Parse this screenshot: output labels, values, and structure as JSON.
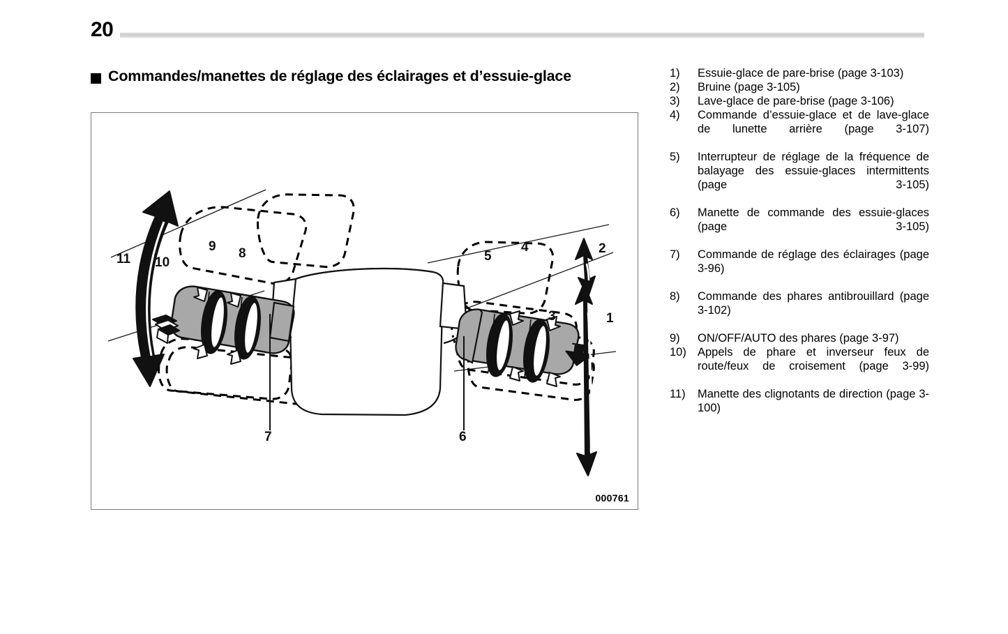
{
  "header": {
    "page_number": "20"
  },
  "section": {
    "bullet": "black-square-bullet",
    "title": "Commandes/manettes de réglage des éclairages et d’essuie-glace"
  },
  "figure": {
    "code": "000761",
    "callout_labels": [
      "1",
      "2",
      "3",
      "4",
      "5",
      "6",
      "7",
      "8",
      "9",
      "10",
      "11"
    ],
    "labels": {
      "l1": "1",
      "l2": "2",
      "l3": "3",
      "l4": "4",
      "l5": "5",
      "l6": "6",
      "l7": "7",
      "l8": "8",
      "l9": "9",
      "l10": "10",
      "l11": "11"
    }
  },
  "legend": {
    "items": [
      {
        "num": "1)",
        "text": "Essuie-glace de pare-brise (page 3-103)",
        "justify": false
      },
      {
        "num": "2)",
        "text": "Bruine (page 3-105)",
        "justify": false
      },
      {
        "num": "3)",
        "text": "Lave-glace de pare-brise (page 3-106)",
        "justify": false
      },
      {
        "num": "4)",
        "text": "Commande d’essuie-glace et de lave-glace de lunette arrière (page 3-107)",
        "justify": true
      },
      {
        "num": "5)",
        "text": "Interrupteur de réglage de la fréquence de balayage des essuie-glaces intermittents (page 3-105)",
        "justify": true
      },
      {
        "num": "6)",
        "text": "Manette de commande des essuie-glaces (page 3-105)",
        "justify": true
      },
      {
        "num": "7)",
        "text": "Commande de réglage des éclairages (page 3-96)",
        "justify": true
      },
      {
        "num": "8)",
        "text": "Commande des phares antibrouillard (page 3-102)",
        "justify": true
      },
      {
        "num": "9)",
        "text": "ON/OFF/AUTO des phares (page 3-97)",
        "justify": false
      },
      {
        "num": "10)",
        "text": "Appels de phare et inverseur feux de route/feux de croisement (page 3-99)",
        "justify": true
      },
      {
        "num": "11)",
        "text": "Manette des clignotants de direction (page 3-100)",
        "justify": true
      }
    ]
  },
  "colors": {
    "rule": "#d2d2d2",
    "ink": "#000000",
    "stalk_fill": "#a8a8a8",
    "figure_border": "#7a7a7a",
    "page_bg": "#ffffff"
  }
}
